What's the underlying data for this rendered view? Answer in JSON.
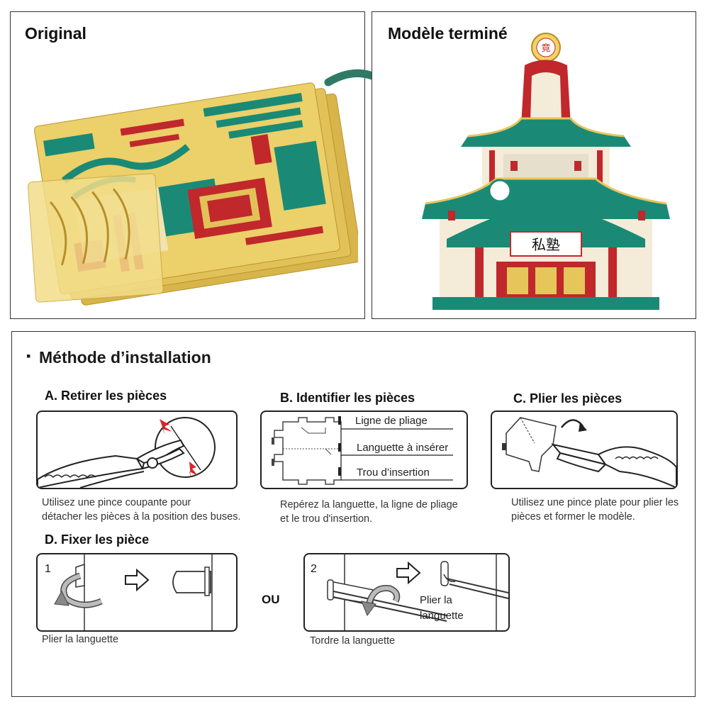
{
  "panels": {
    "original_title": "Original",
    "finished_title": "Modèle terminé"
  },
  "method": {
    "title": "Méthode d’installation",
    "bullet": "▪",
    "steps": {
      "a": {
        "title": "A. Retirer les pièces",
        "caption_line1": "Utilisez une pince coupante pour",
        "caption_line2": "détacher les pièces à la position des buses."
      },
      "b": {
        "title": "B. Identifier les pièces",
        "label_fold": "Ligne de pliage",
        "label_tab": "Languette à insérer",
        "label_slot": "Trou d’insertion",
        "caption_line1": "Repérez la languette, la ligne de pliage",
        "caption_line2": "et le trou d'insertion."
      },
      "c": {
        "title": "C. Plier les pièces",
        "caption_line1": "Utilisez une pince plate pour plier les",
        "caption_line2": "pièces et former le modèle."
      },
      "d": {
        "title": "D. Fixer les pièce",
        "num1": "1",
        "num2": "2",
        "or": "OU",
        "label_bend_line1": "Plier la",
        "label_bend_line2": "languette",
        "caption_left": "Plier la languette",
        "caption_right": "Tordre la languette"
      }
    }
  },
  "colors": {
    "brass": "#e6c55a",
    "teal": "#1a8a76",
    "red": "#c0282c",
    "arrow": "#2f7a66",
    "red_mark": "#d9262b"
  },
  "model_signs": {
    "main_sign": "私塾",
    "emblem": "竟"
  }
}
